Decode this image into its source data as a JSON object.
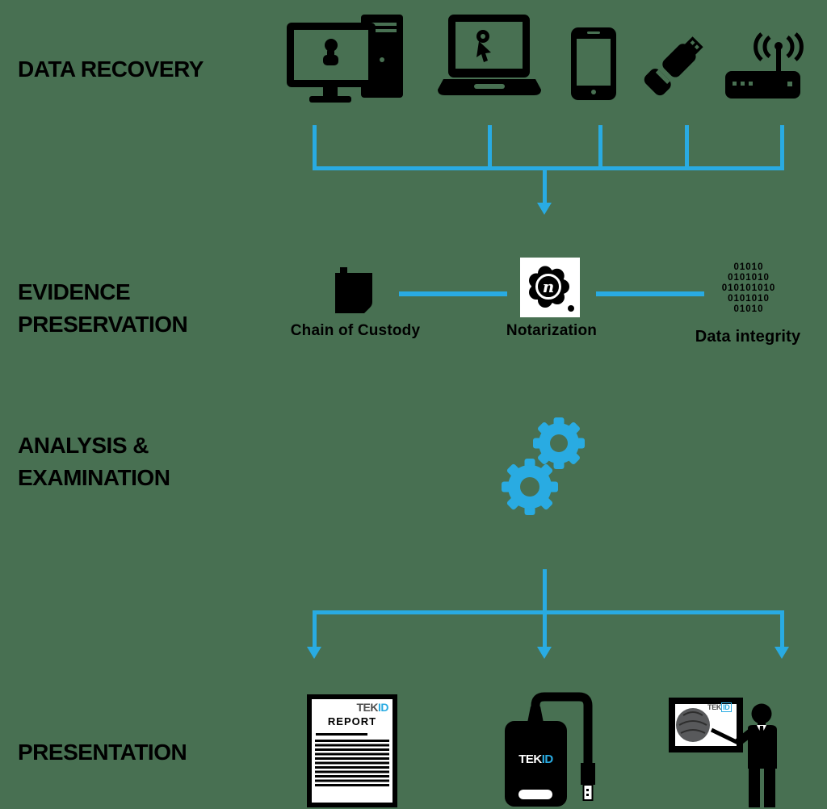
{
  "colors": {
    "background": "#487052",
    "accent_blue": "#29ABE2",
    "ink_black": "#000000",
    "logo_gray": "#4D4D4D",
    "logo_white": "#FFFFFF",
    "fingerprint_gray": "#58595B"
  },
  "stages": {
    "data_recovery": {
      "title": "DATA RECOVERY",
      "device_icons": [
        "desktop-computer",
        "laptop",
        "smartphone",
        "usb-flash-drive",
        "wireless-router"
      ]
    },
    "evidence_preservation": {
      "title_line1": "EVIDENCE",
      "title_line2": "PRESERVATION",
      "items": [
        {
          "label": "Chain of Custody",
          "icon": "evidence-bag"
        },
        {
          "label": "Notarization",
          "icon": "notary-wax-seal",
          "seal_letter": "n"
        },
        {
          "label": "Data integrity",
          "icon": "binary-code",
          "binary_rows": [
            "01010",
            "0101010",
            "010101010",
            "0101010",
            "01010"
          ]
        }
      ]
    },
    "analysis_examination": {
      "title_line1": "ANALYSIS &",
      "title_line2": "EXAMINATION",
      "icon": "gears"
    },
    "presentation": {
      "title": "PRESENTATION",
      "outputs": [
        {
          "icon": "report-document",
          "heading": "REPORT"
        },
        {
          "icon": "external-hard-drive"
        },
        {
          "icon": "presenter-at-board"
        }
      ]
    }
  },
  "brand": {
    "tek": "TEK",
    "id": "ID"
  }
}
